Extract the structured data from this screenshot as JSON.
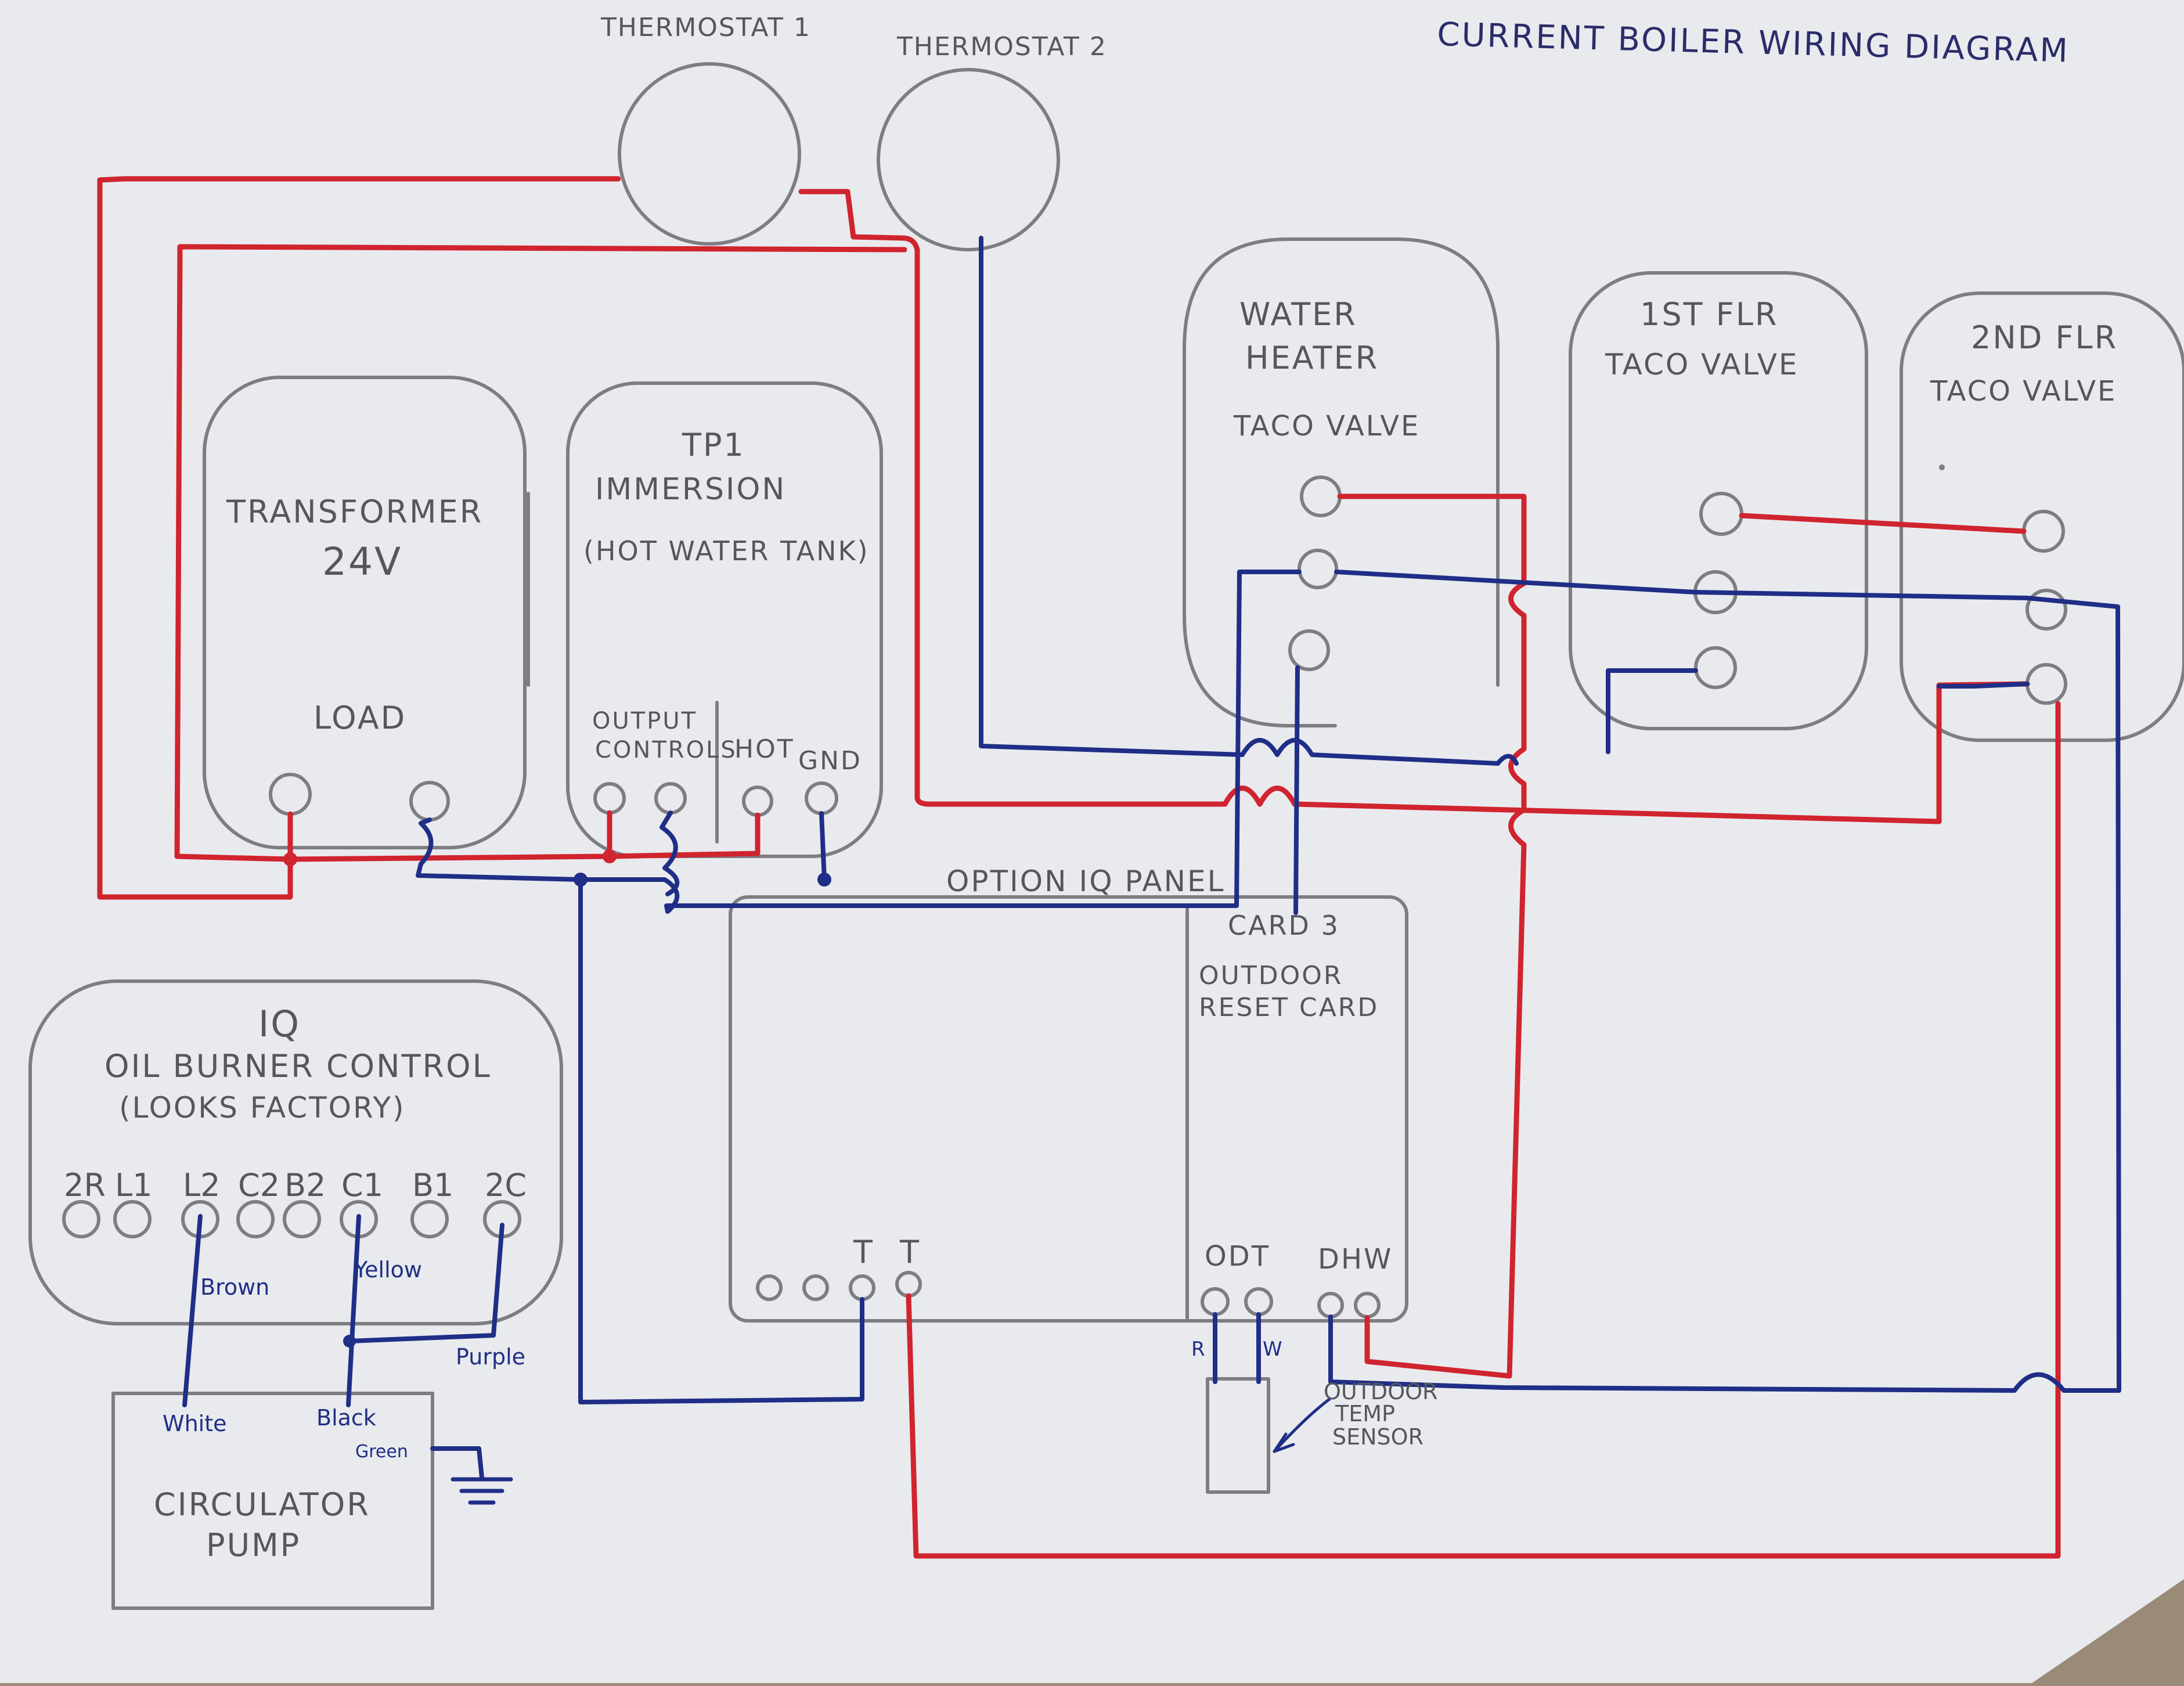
{
  "title": "CURRENT BOILER WIRING DIAGRAM",
  "colors": {
    "paper": "#e9eaee",
    "table": "#9a8a78",
    "pencil": "#7d7d82",
    "red_wire": "#d0242e",
    "blue_wire": "#1f2e86",
    "ink": "#2a2d6a"
  },
  "thermostats": {
    "t1": "THERMOSTAT 1",
    "t2": "THERMOSTAT 2"
  },
  "transformer": {
    "title_line1": "TRANSFORMER",
    "title_line2": "24V",
    "load": "LOAD"
  },
  "immersion": {
    "line1": "TP1",
    "line2": "IMMERSION",
    "line3": "(HOT WATER TANK)",
    "output_line1": "OUTPUT",
    "output_line2": "CONTROLS",
    "hot": "HOT",
    "gnd": "GND"
  },
  "water_heater": {
    "line1": "WATER",
    "line2": "HEATER",
    "line3": "TACO VALVE"
  },
  "first_floor": {
    "line1": "1ST FLR",
    "line2": "TACO VALVE"
  },
  "second_floor": {
    "line1": "2ND FLR",
    "line2": "TACO VALVE"
  },
  "burner_control": {
    "line1": "IQ",
    "line2": "OIL BURNER CONTROL",
    "line3": "(LOOKS FACTORY)",
    "terminals": [
      "2R",
      "L1",
      "L2",
      "C2",
      "B2",
      "C1",
      "B1",
      "2C"
    ]
  },
  "wire_labels": {
    "brown": "Brown",
    "yellow": "Yellow",
    "purple": "Purple",
    "white": "White",
    "black": "Black",
    "green": "Green"
  },
  "pump": {
    "line1": "CIRCULATOR",
    "line2": "PUMP"
  },
  "iq_panel": {
    "label": "OPTION IQ PANEL",
    "t_labels": [
      "T",
      "T"
    ]
  },
  "reset_card": {
    "card": "CARD 3",
    "line1": "OUTDOOR",
    "line2": "RESET CARD",
    "odt": "ODT",
    "dhw": "DHW"
  },
  "sensor": {
    "r": "R",
    "w": "W",
    "line1": "OUTDOOR",
    "line2": "TEMP",
    "line3": "SENSOR"
  }
}
